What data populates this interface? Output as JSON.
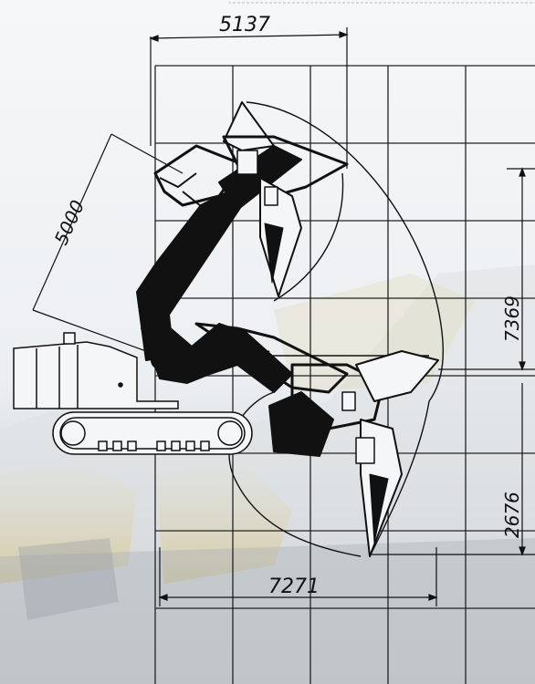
{
  "dimensions": {
    "top_width": "5137",
    "boom_length": "5000",
    "dig_height": "7369",
    "dig_depth": "2676",
    "reach": "7271"
  }
}
